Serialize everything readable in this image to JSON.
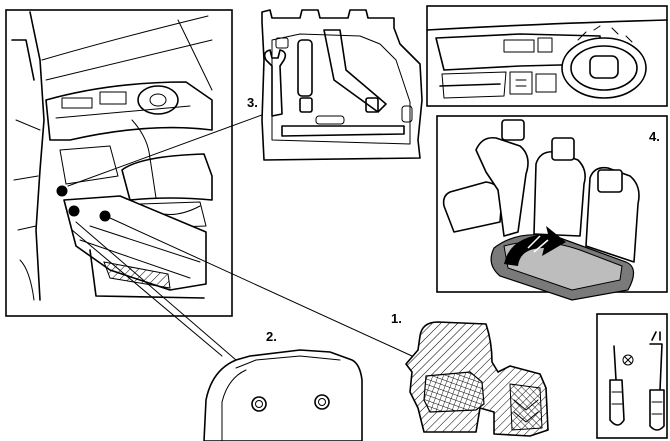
{
  "callouts": {
    "one": "1.",
    "two": "2.",
    "three": "3.",
    "four": "4."
  },
  "colors": {
    "line": "#000000",
    "shade": "#bdbdbd",
    "dark": "#7a7a7a"
  }
}
